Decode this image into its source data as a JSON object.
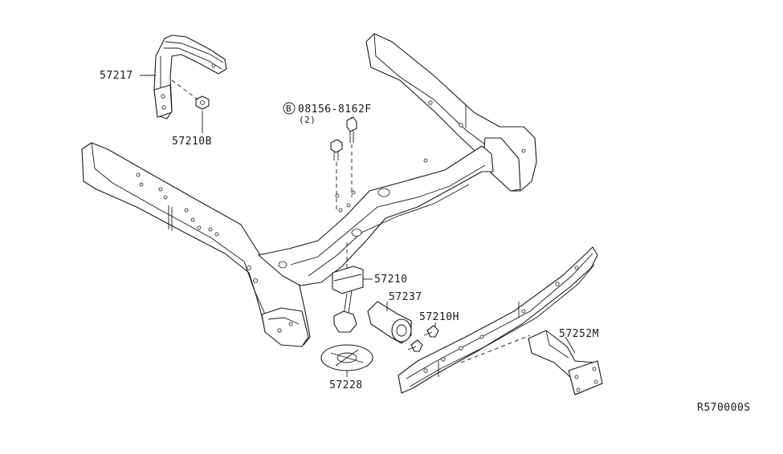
{
  "parts": {
    "p57217": "57217",
    "p57210B": "57210B",
    "bolt_callout_code": "08156-8162F",
    "bolt_callout_qty": "(2)",
    "bolt_callout_marker": "B",
    "p57210": "57210",
    "p57237": "57237",
    "p57210H": "57210H",
    "p57228": "57228",
    "p57252M": "57252M"
  },
  "diagram_code": "R570000S"
}
